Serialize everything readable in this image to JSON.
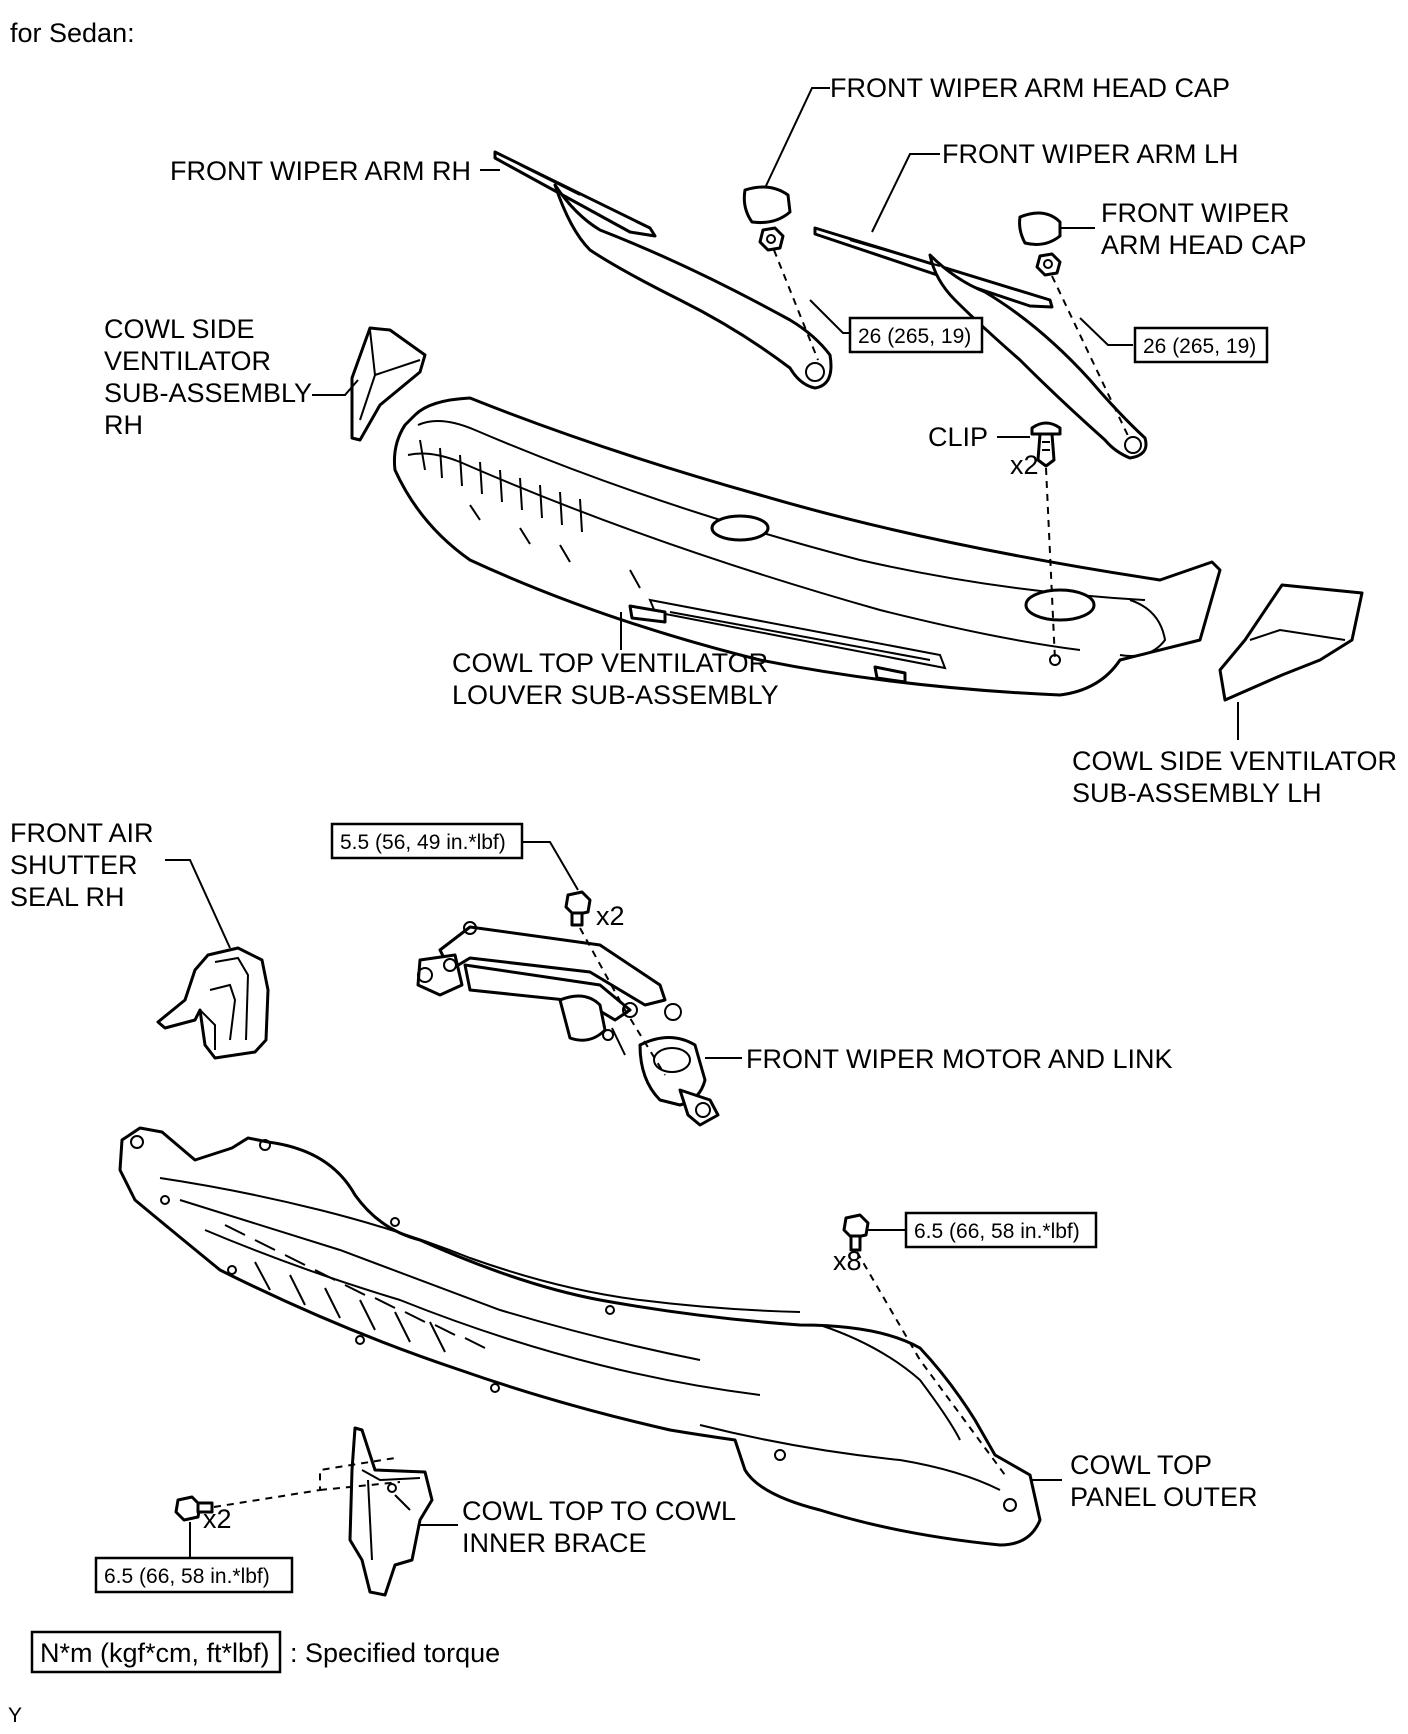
{
  "header": "for Sedan:",
  "labels": {
    "arm_head_cap_rh": "FRONT WIPER ARM HEAD CAP",
    "arm_lh": "FRONT WIPER ARM LH",
    "arm_rh": "FRONT WIPER ARM RH",
    "arm_head_cap_lh_1": "FRONT WIPER",
    "arm_head_cap_lh_2": "ARM HEAD CAP",
    "cowl_side_rh_1": "COWL SIDE",
    "cowl_side_rh_2": "VENTILATOR",
    "cowl_side_rh_3": "SUB-ASSEMBLY",
    "cowl_side_rh_4": "RH",
    "clip": "CLIP",
    "louver_1": "COWL TOP VENTILATOR",
    "louver_2": "LOUVER SUB-ASSEMBLY",
    "cowl_side_lh_1": "COWL SIDE VENTILATOR",
    "cowl_side_lh_2": "SUB-ASSEMBLY LH",
    "air_shutter_1": "FRONT AIR",
    "air_shutter_2": "SHUTTER",
    "air_shutter_3": "SEAL RH",
    "motor_link": "FRONT WIPER MOTOR AND LINK",
    "panel_outer_1": "COWL TOP",
    "panel_outer_2": "PANEL OUTER",
    "brace_1": "COWL TOP TO COWL",
    "brace_2": "INNER BRACE"
  },
  "quantities": {
    "clip": "x2",
    "motor_bolts": "x2",
    "panel_bolts": "x8",
    "brace_bolts": "x2"
  },
  "torques": {
    "arm_rh": "26 (265, 19)",
    "arm_lh": "26 (265, 19)",
    "motor": "5.5 (56, 49 in.*lbf)",
    "panel": "6.5 (66, 58 in.*lbf)",
    "brace": "6.5 (66, 58 in.*lbf)"
  },
  "legend": {
    "box_text": "N*m (kgf*cm, ft*lbf)",
    "description": ": Specified torque"
  },
  "footer": "Y"
}
